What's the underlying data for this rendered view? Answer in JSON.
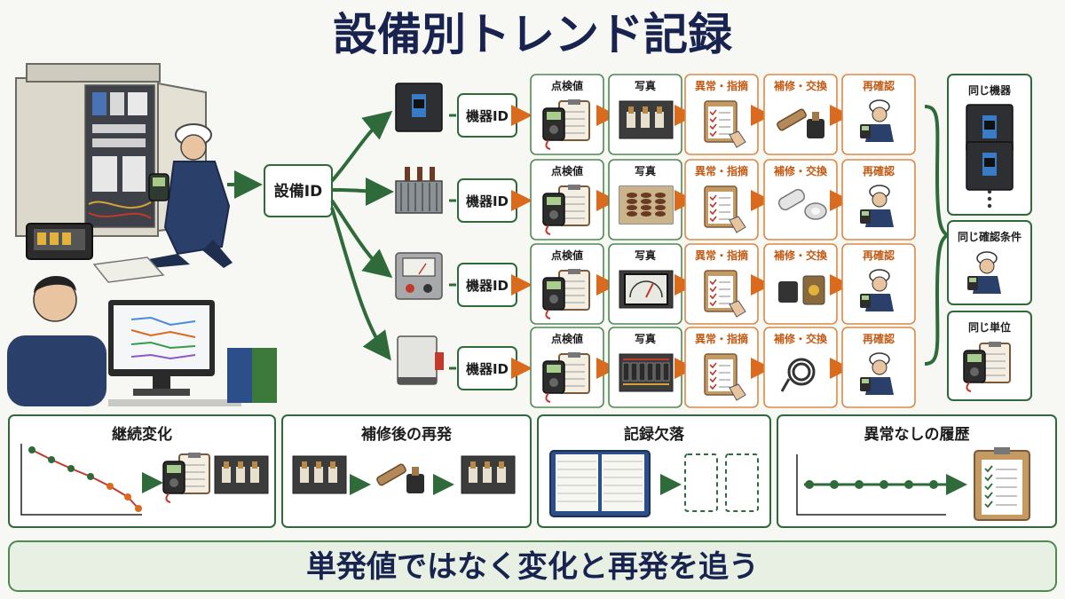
{
  "title": "設備別トレンド記録",
  "hub": {
    "label": "設備ID"
  },
  "rows": [
    {
      "device_icon": "circuit-breaker-icon",
      "id_label": "機器ID",
      "steps": [
        {
          "label": "点検値",
          "kind": "inspect",
          "icon": "multimeter-clipboard-icon"
        },
        {
          "label": "写真",
          "kind": "photo",
          "icon": "terminal-photo-icon"
        },
        {
          "label": "異常・指摘",
          "kind": "finding",
          "icon": "checklist-pointing-icon"
        },
        {
          "label": "補修・交換",
          "kind": "repair",
          "icon": "busbar-part-icon"
        },
        {
          "label": "再確認",
          "kind": "recheck",
          "icon": "worker-meter-icon"
        }
      ]
    },
    {
      "device_icon": "transformer-icon",
      "id_label": "機器ID",
      "steps": [
        {
          "label": "点検値",
          "kind": "inspect",
          "icon": "multimeter-clipboard-icon"
        },
        {
          "label": "写真",
          "kind": "photo",
          "icon": "insulator-photo-icon"
        },
        {
          "label": "異常・指摘",
          "kind": "finding",
          "icon": "checklist-pointing-icon"
        },
        {
          "label": "補修・交換",
          "kind": "repair",
          "icon": "fuse-washer-icon"
        },
        {
          "label": "再確認",
          "kind": "recheck",
          "icon": "worker-meter-icon"
        }
      ]
    },
    {
      "device_icon": "panel-meter-icon",
      "id_label": "機器ID",
      "steps": [
        {
          "label": "点検値",
          "kind": "inspect",
          "icon": "multimeter-clipboard-icon"
        },
        {
          "label": "写真",
          "kind": "photo",
          "icon": "gauge-photo-icon"
        },
        {
          "label": "異常・指摘",
          "kind": "finding",
          "icon": "checklist-pointing-icon"
        },
        {
          "label": "補修・交換",
          "kind": "repair",
          "icon": "switch-parts-icon"
        },
        {
          "label": "再確認",
          "kind": "recheck",
          "icon": "worker-meter-icon"
        }
      ]
    },
    {
      "device_icon": "relay-box-icon",
      "id_label": "機器ID",
      "steps": [
        {
          "label": "点検値",
          "kind": "inspect",
          "icon": "multimeter-clipboard-icon"
        },
        {
          "label": "写真",
          "kind": "photo",
          "icon": "terminal-block-photo-icon"
        },
        {
          "label": "異常・指摘",
          "kind": "finding",
          "icon": "checklist-pointing-icon"
        },
        {
          "label": "補修・交換",
          "kind": "repair",
          "icon": "cable-icon"
        },
        {
          "label": "再確認",
          "kind": "recheck",
          "icon": "worker-meter-icon"
        }
      ]
    }
  ],
  "right_panel": [
    {
      "label": "同じ機器",
      "icon": "breaker-stack-icon"
    },
    {
      "label": "同じ確認条件",
      "icon": "worker-meter-icon"
    },
    {
      "label": "同じ単位",
      "icon": "multimeter-clipboard-icon"
    }
  ],
  "bottom_panels": [
    {
      "label": "継続変化",
      "icon": "declining-trend-icon"
    },
    {
      "label": "補修後の再発",
      "icon": "recurrence-icon"
    },
    {
      "label": "記録欠落",
      "icon": "missing-record-icon"
    },
    {
      "label": "異常なしの履歴",
      "icon": "flat-trend-icon"
    }
  ],
  "footer": "単発値ではなく変化と再発を追う",
  "colors": {
    "title": "#18234f",
    "green": "#2f6b3a",
    "green_light": "#eaf3e6",
    "orange": "#d96a1e",
    "navy": "#2b3f6b"
  }
}
